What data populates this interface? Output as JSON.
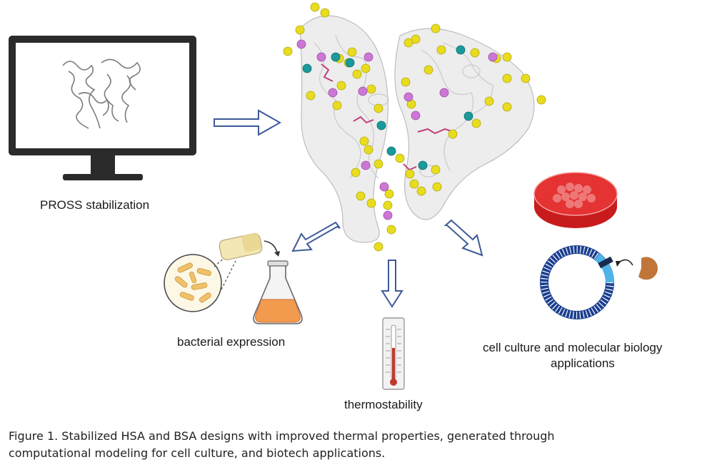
{
  "labels": {
    "pross": "PROSS stabilization",
    "bacterial": "bacterial expression",
    "thermo": "thermostability",
    "cell_line1": "cell culture and molecular biology",
    "cell_line2": "applications"
  },
  "caption": {
    "line1": "Figure 1. Stabilized HSA and BSA designs with improved thermal properties, generated through",
    "line2": "computational modeling for cell culture, and biotech applications."
  },
  "colors": {
    "arrow_fill": "#ffffff",
    "arrow_stroke": "#3d5a99",
    "monitor_frame": "#2b2b2b",
    "sphere_yellow": "#e8dc1e",
    "sphere_violet": "#cc77d6",
    "sphere_teal": "#1a9a9a",
    "petri_red": "#e02424",
    "plasmid_blue": "#1b3f8f",
    "flask_orange": "#f29a4e",
    "pacman_brown": "#c0763a"
  },
  "icons": [
    "monitor-icon",
    "protein-structure-icon",
    "petri-dish-icon",
    "plasmid-icon",
    "flask-icon",
    "bacteria-zoom-icon",
    "thermometer-icon"
  ]
}
